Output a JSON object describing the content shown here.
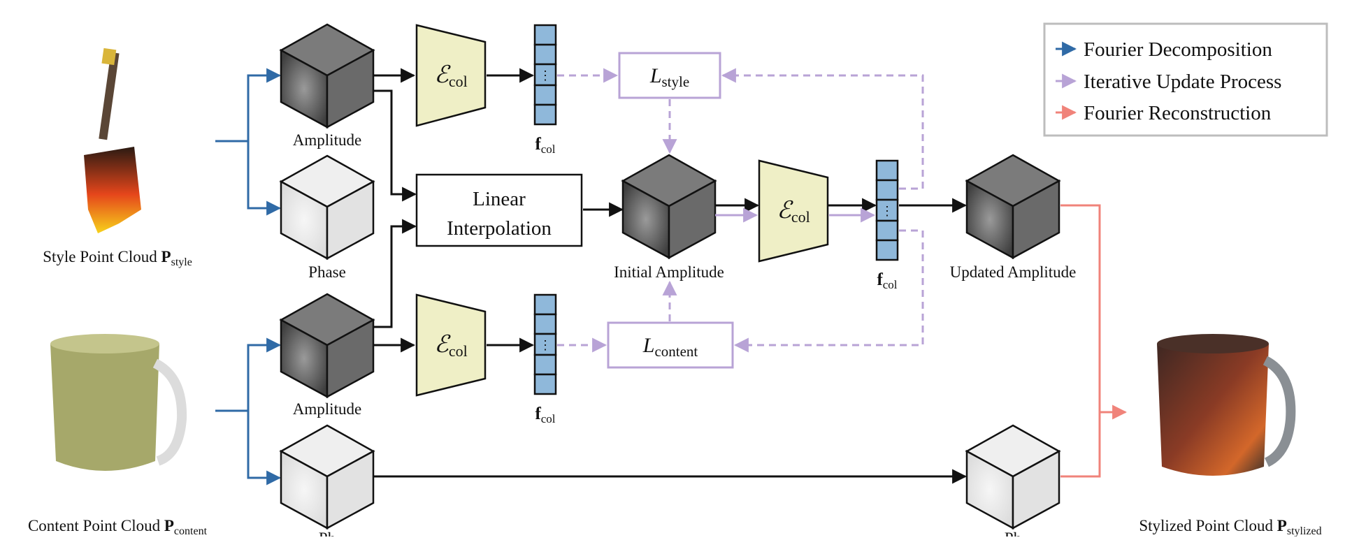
{
  "legend": {
    "items": [
      {
        "label": "Fourier Decomposition",
        "color": "#2f6aa6"
      },
      {
        "label": "Iterative Update Process",
        "color": "#b8a3d6"
      },
      {
        "label": "Fourier Reconstruction",
        "color": "#f0837a"
      }
    ]
  },
  "inputs": {
    "style_cloud": {
      "label_main": "Style Point Cloud",
      "label_sym": "P",
      "label_sub": "style"
    },
    "content_cloud": {
      "label_main": "Content Point Cloud",
      "label_sym": "P",
      "label_sub": "content"
    }
  },
  "output": {
    "stylized_cloud": {
      "label_main": "Stylized Point Cloud",
      "label_sym": "P",
      "label_sub": "stylized"
    }
  },
  "cubes": {
    "style_amplitude": "Amplitude",
    "style_phase": "Phase",
    "content_amplitude": "Amplitude",
    "content_phase": "Ph",
    "initial_amplitude": "Initial Amplitude",
    "updated_amplitude": "Updated Amplitude",
    "output_phase": "Ph"
  },
  "blocks": {
    "linear_interp_line1": "Linear",
    "linear_interp_line2": "Interpolation",
    "encoder_sym": "ℰ",
    "encoder_sub": "col",
    "feature_sym": "f",
    "feature_sub": "col",
    "feature_dots": "⋮",
    "loss_style_sym": "L",
    "loss_style_sub": "style",
    "loss_content_sym": "L",
    "loss_content_sub": "content"
  },
  "colors": {
    "decomposition": "#2f6aa6",
    "update": "#b8a3d6",
    "reconstruction": "#f0837a",
    "encoder_fill": "#efefc6",
    "feature_fill": "#8fb8da"
  }
}
